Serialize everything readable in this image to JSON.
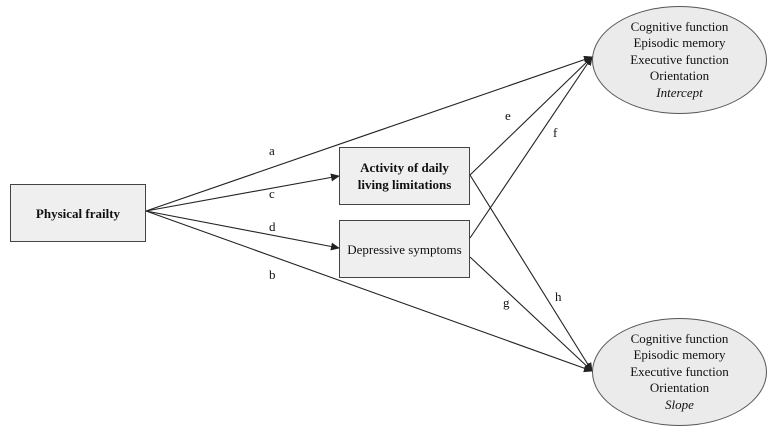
{
  "nodes": {
    "physical_frailty": "Physical frailty",
    "adl_line1": "Activity of daily",
    "adl_line2": "living limitations",
    "depressive": "Depressive symptoms",
    "intercept_outcome": {
      "lines": [
        "Cognitive function",
        "Episodic memory",
        "Executive function",
        "Orientation"
      ],
      "latent": "Intercept"
    },
    "slope_outcome": {
      "lines": [
        "Cognitive function",
        "Episodic memory",
        "Executive function",
        "Orientation"
      ],
      "latent": "Slope"
    }
  },
  "paths": [
    {
      "label": "a",
      "from": "Physical frailty",
      "to": "Intercept"
    },
    {
      "label": "b",
      "from": "Physical frailty",
      "to": "Slope"
    },
    {
      "label": "c",
      "from": "Physical frailty",
      "to": "Activity of daily living limitations"
    },
    {
      "label": "d",
      "from": "Physical frailty",
      "to": "Depressive symptoms"
    },
    {
      "label": "e",
      "from": "Activity of daily living limitations",
      "to": "Intercept"
    },
    {
      "label": "f",
      "from": "Depressive symptoms",
      "to": "Intercept"
    },
    {
      "label": "g",
      "from": "Depressive symptoms",
      "to": "Slope"
    },
    {
      "label": "h",
      "from": "Activity of daily living limitations",
      "to": "Slope"
    }
  ],
  "colors": {
    "line": "#222222",
    "box_fill": "#efefef",
    "ellipse_fill": "#ebebeb"
  }
}
